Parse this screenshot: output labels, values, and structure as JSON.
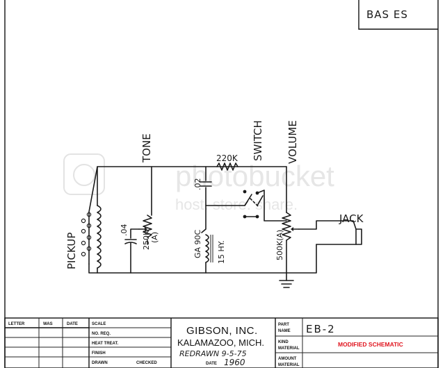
{
  "corner_label": "BAS ES",
  "watermark": {
    "brand": "photobucket",
    "tagline": "host. store. share."
  },
  "labels": {
    "tone": "TONE",
    "switch": "SWITCH",
    "volume": "VOLUME",
    "jack": "JACK",
    "pickup": "PICKUP",
    "res_220k": "220K",
    "cap_02": ".02",
    "cap_04": ".04",
    "tone_pot": "250K",
    "tone_pot_taper": "(A)",
    "vol_pot": "500K(A)",
    "choke_part": "GA 90C",
    "choke_value": "15 HY."
  },
  "title_block": {
    "col_letter": "LETTER",
    "col_was": "WAS",
    "col_date": "DATE",
    "scale": "SCALE",
    "no_req": "NO. REQ.",
    "heat_treat": "HEAT TREAT.",
    "finish": "FINISH",
    "drawn": "DRAWN",
    "checked": "CHECKED",
    "company": "GIBSON, INC.",
    "city": "KALAMAZOO, MICH.",
    "redrawn": "REDRAWN 9-5-75",
    "date_label": "DATE",
    "date_value": "1960",
    "part_line1": "PART",
    "part_line2": "NAME",
    "part_name": "EB-2",
    "kind_line1": "KIND",
    "kind_line2": "MATERIAL",
    "modified": "MODIFIED SCHEMATIC",
    "amount_line1": "AMOUNT",
    "amount_line2": "MATERIAL"
  },
  "colors": {
    "ink": "#1a1a1a",
    "modified_red": "#e0141e",
    "watermark": "#e3e3e3"
  }
}
